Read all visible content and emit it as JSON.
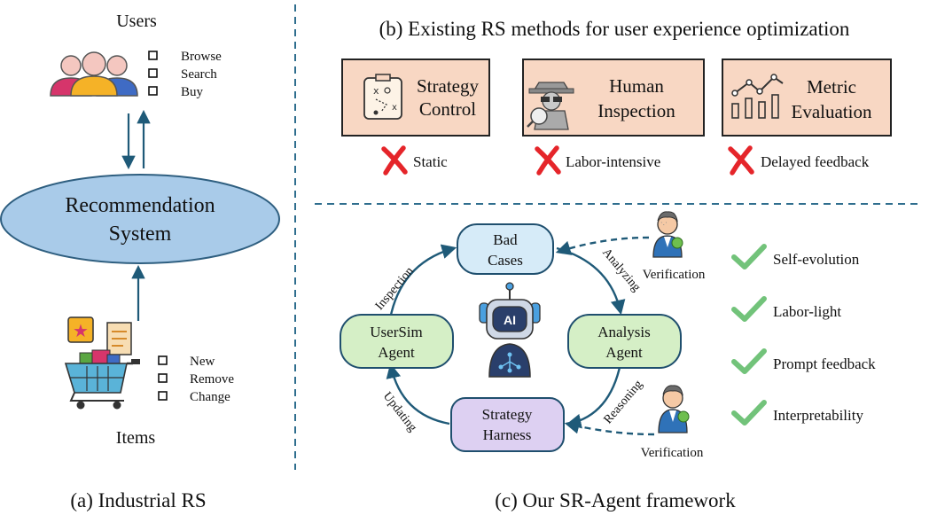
{
  "panel_a": {
    "users_label": "Users",
    "user_actions": [
      "Browse",
      "Search",
      "Buy"
    ],
    "system_label_line1": "Recommendation",
    "system_label_line2": "System",
    "item_actions": [
      "New",
      "Remove",
      "Change"
    ],
    "items_label": "Items",
    "caption": "(a) Industrial RS"
  },
  "panel_b": {
    "title": "(b) Existing RS methods for user experience optimization",
    "methods": [
      {
        "line1": "Strategy",
        "line2": "Control",
        "drawback": "Static",
        "icon": "strategy-board-icon"
      },
      {
        "line1": "Human",
        "line2": "Inspection",
        "drawback": "Labor-intensive",
        "icon": "spy-inspector-icon"
      },
      {
        "line1": "Metric",
        "line2": "Evaluation",
        "drawback": "Delayed feedback",
        "icon": "bar-chart-icon"
      }
    ]
  },
  "panel_c": {
    "nodes": {
      "bad_cases": [
        "Bad",
        "Cases"
      ],
      "usersim": [
        "UserSim",
        "Agent"
      ],
      "analysis": [
        "Analysis",
        "Agent"
      ],
      "harness": [
        "Strategy",
        "Harness"
      ]
    },
    "edge_labels": {
      "inspection": "Inspection",
      "analyzing": "Analyzing",
      "reasoning": "Reasoning",
      "updating": "Updating"
    },
    "center_badge": "AI",
    "verification_top": "Verification",
    "verification_bottom": "Verification",
    "benefits": [
      "Self-evolution",
      "Labor-light",
      "Prompt feedback",
      "Interpretability"
    ],
    "caption": "(c) Our SR-Agent framework"
  },
  "colors": {
    "divider": "#2f6e8e",
    "arrow": "#1f5a78",
    "ellipse_fill": "#a9cbe9",
    "method_box_fill": "#f8d7c3",
    "bad_cases_fill": "#d6ebf8",
    "usersim_fill": "#d5efc6",
    "harness_fill": "#ddd0f2",
    "cross": "#e5252a",
    "check": "#72c37a"
  }
}
